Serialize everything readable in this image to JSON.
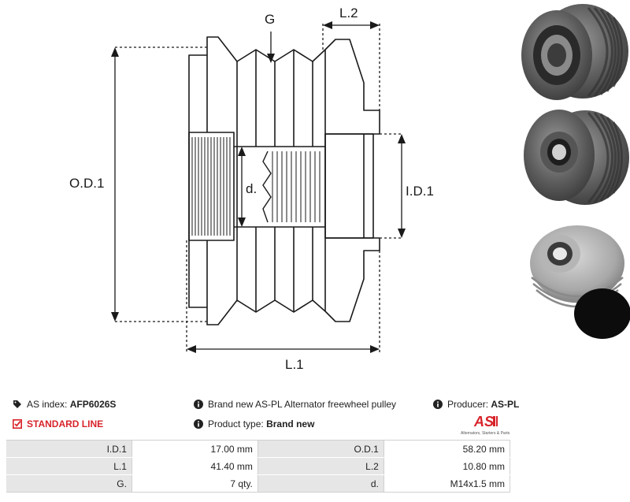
{
  "diagram": {
    "label_g": "G",
    "label_l2": "L.2",
    "label_od1": "O.D.1",
    "label_d": "d.",
    "label_id1": "I.D.1",
    "label_l1": "L.1"
  },
  "info": {
    "index_label": "AS index:",
    "index_value": "AFP6026S",
    "description": "Brand new AS-PL Alternator freewheel pulley",
    "producer_label": "Producer:",
    "producer_value": "AS-PL",
    "line": "STANDARD LINE",
    "product_type_label": "Product type:",
    "product_type_value": "Brand new",
    "logo_text": "AS",
    "logo_subtext": "Alternators, Starters & Parts"
  },
  "specs": [
    {
      "l1": "I.D.1",
      "v1": "17.00 mm",
      "l2": "O.D.1",
      "v2": "58.20 mm"
    },
    {
      "l1": "L.1",
      "v1": "41.40 mm",
      "l2": "L.2",
      "v2": "10.80 mm"
    },
    {
      "l1": "G.",
      "v1": "7 qty.",
      "l2": "d.",
      "v2": "M14x1.5 mm"
    }
  ],
  "colors": {
    "accent": "#d8232a",
    "line": "#1a1a1a",
    "table_label_bg": "#e6e6e6"
  }
}
